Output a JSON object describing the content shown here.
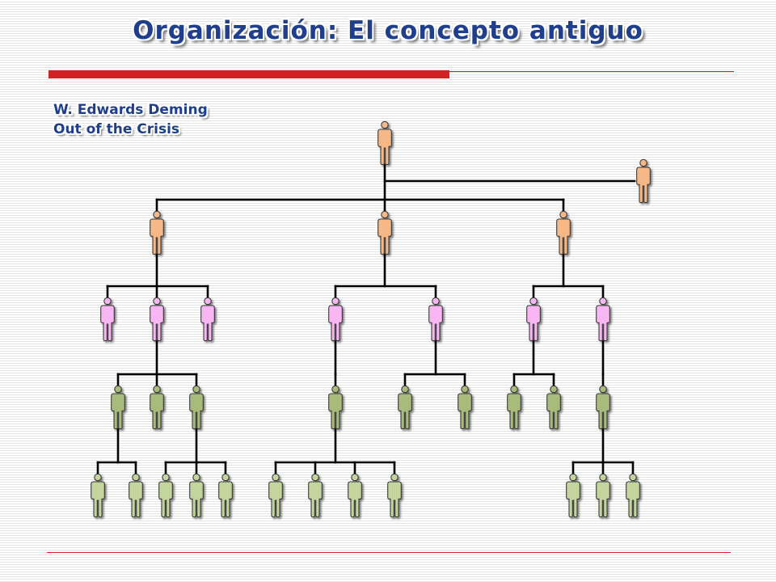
{
  "slide": {
    "title": "Organización: El concepto antiguo"
  },
  "citation": {
    "author": "W. Edwards Deming",
    "work": "Out of the Crisis"
  },
  "colors": {
    "title_text": "#1f3e8c",
    "accent_rule": "#d32020",
    "connector_line": "#000000",
    "tier_top_fill": "#f5b886",
    "tier_manager_fill": "#f8b7f2",
    "tier_supervisor_fill": "#a9bb7a",
    "tier_worker_fill": "#c3d59c",
    "figure_outline": "#3a3a3a"
  },
  "figure_icon": "person-icon",
  "hierarchy": {
    "label": "",
    "tier": "top",
    "children": [
      {
        "tier": "top",
        "staff": true,
        "children": []
      },
      {
        "tier": "top",
        "children": [
          {
            "tier": "manager",
            "children": []
          },
          {
            "tier": "manager",
            "children": [
              {
                "tier": "supervisor",
                "children": [
                  {
                    "tier": "worker",
                    "children": []
                  },
                  {
                    "tier": "worker",
                    "children": []
                  }
                ]
              },
              {
                "tier": "supervisor",
                "children": []
              },
              {
                "tier": "supervisor",
                "children": [
                  {
                    "tier": "worker",
                    "children": []
                  },
                  {
                    "tier": "worker",
                    "children": []
                  },
                  {
                    "tier": "worker",
                    "children": []
                  }
                ]
              }
            ]
          },
          {
            "tier": "manager",
            "children": []
          }
        ]
      },
      {
        "tier": "top",
        "children": [
          {
            "tier": "manager",
            "children": [
              {
                "tier": "supervisor",
                "children": [
                  {
                    "tier": "worker",
                    "children": []
                  },
                  {
                    "tier": "worker",
                    "children": []
                  },
                  {
                    "tier": "worker",
                    "children": []
                  },
                  {
                    "tier": "worker",
                    "children": []
                  }
                ]
              }
            ]
          },
          {
            "tier": "manager",
            "children": [
              {
                "tier": "supervisor",
                "children": []
              },
              {
                "tier": "supervisor",
                "children": []
              }
            ]
          }
        ]
      },
      {
        "tier": "top",
        "children": [
          {
            "tier": "manager",
            "children": [
              {
                "tier": "supervisor",
                "children": []
              },
              {
                "tier": "supervisor",
                "children": []
              }
            ]
          },
          {
            "tier": "manager",
            "children": [
              {
                "tier": "supervisor",
                "children": [
                  {
                    "tier": "worker",
                    "children": []
                  },
                  {
                    "tier": "worker",
                    "children": []
                  },
                  {
                    "tier": "worker",
                    "children": []
                  }
                ]
              }
            ]
          }
        ]
      }
    ]
  }
}
